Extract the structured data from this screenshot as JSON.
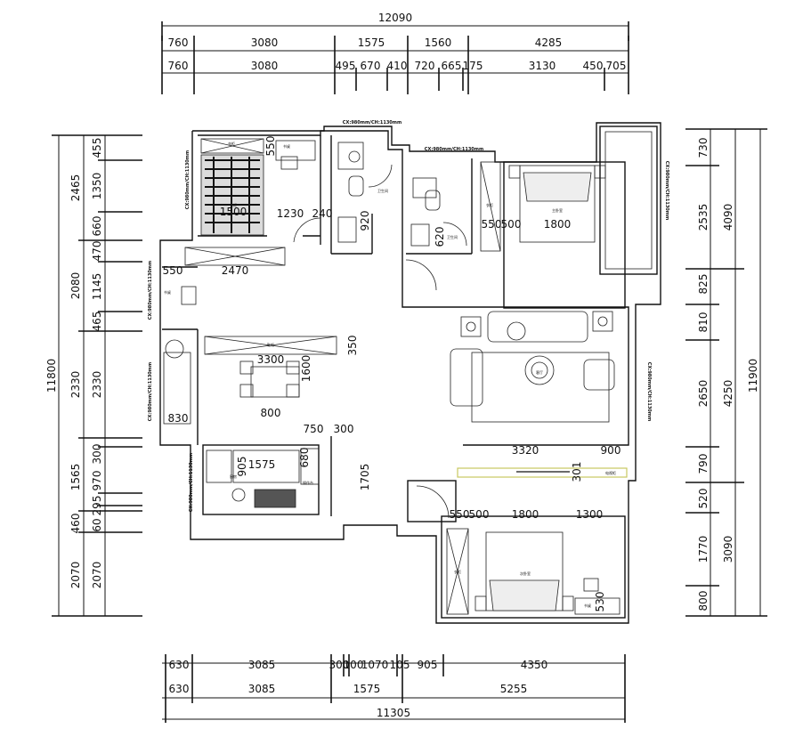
{
  "dimensions": {
    "top_total": "12090",
    "top_row1": [
      "760",
      "3080",
      "1575",
      "1560",
      "4285"
    ],
    "top_row2": [
      "760",
      "3080",
      "495",
      "670",
      "410",
      "720",
      "665",
      "175",
      "3130",
      "450",
      "705"
    ],
    "bottom_row1": [
      "630",
      "3085",
      "300",
      "100",
      "1070",
      "105",
      "905",
      "4350"
    ],
    "bottom_row2": [
      "630",
      "3085",
      "1575",
      "5255"
    ],
    "bottom_total": "11305",
    "left_total": "11800",
    "left_row_outer": [
      "2465",
      "2080",
      "2330",
      "1565",
      "460",
      "2070"
    ],
    "left_row_inner": [
      "455",
      "1350",
      "660",
      "470",
      "1145",
      "465",
      "2330",
      "300",
      "970",
      "295",
      "60",
      "2070"
    ],
    "right_total": "11900",
    "right_row_inner": [
      "730",
      "2535",
      "825",
      "810",
      "2650",
      "790",
      "520",
      "1770",
      "800"
    ],
    "right_row_outer": [
      "4090",
      "4250",
      "3090"
    ]
  },
  "interior_dims": [
    "550",
    "1500",
    "1230",
    "240",
    "920",
    "620",
    "550",
    "500",
    "1800",
    "550",
    "2470",
    "350",
    "3300",
    "1600",
    "800",
    "830",
    "750",
    "300",
    "905",
    "1575",
    "680",
    "1705",
    "3320",
    "900",
    "301",
    "550",
    "500",
    "1800",
    "1300",
    "530"
  ],
  "window_labels": [
    "CX:980mm/CH:1130mm",
    "CX:980mm/CH:1130mm",
    "CX:980mm/CH:1130mm",
    "CX:980mm/CH:1130mm",
    "CX:980mm/CH:1130mm",
    "CX:980mm/CH:1130mm",
    "CX:980mm/CH:1130mm",
    "CX:980mm/CH:1130mm"
  ],
  "room_labels": [
    "衣柜",
    "书桌",
    "衣柜",
    "卫生间",
    "卫生间",
    "衣柜",
    "主卧室",
    "书桌",
    "鞋柜",
    "客厅",
    "电视柜",
    "厨房",
    "操作台",
    "衣柜",
    "次卧室",
    "书桌"
  ]
}
